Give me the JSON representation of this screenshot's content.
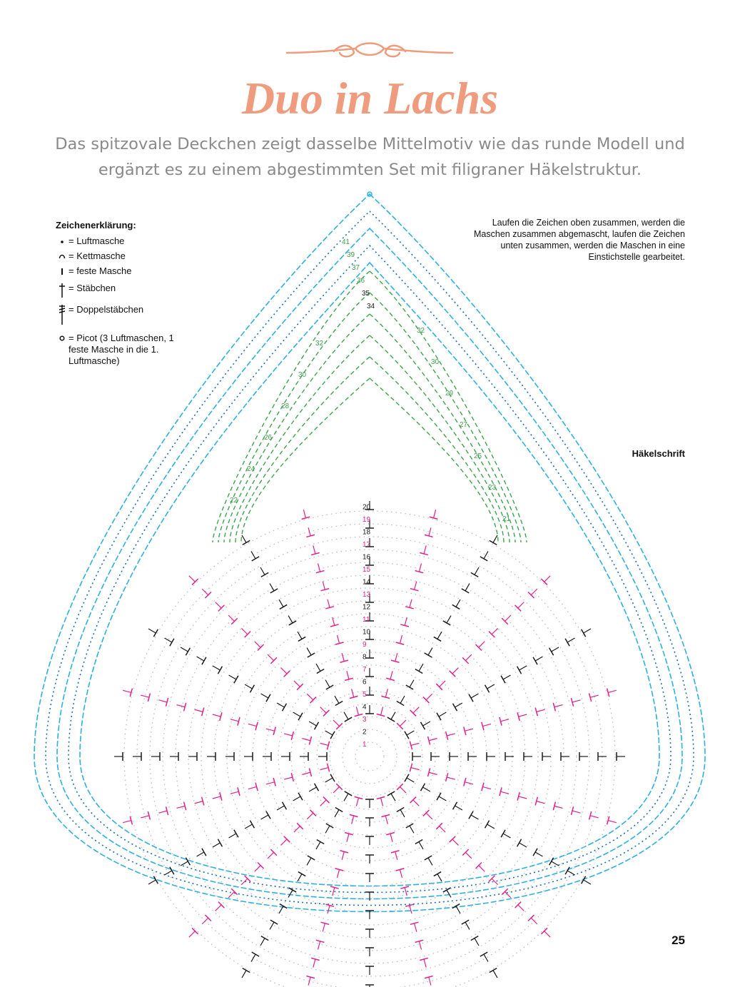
{
  "page": {
    "title": "Duo in Lachs",
    "subtitle": "Das spitzovale Deckchen zeigt dasselbe Mittelmotiv wie das runde Modell und ergänzt es zu einem abgestimmten Set mit filigraner Häkelstruktur.",
    "page_number": "25"
  },
  "legend": {
    "title": "Zeichenerklärung:",
    "items": [
      {
        "icon": "dot-icon",
        "label": "= Luftmasche"
      },
      {
        "icon": "arc-icon",
        "label": "= Kettmasche"
      },
      {
        "icon": "bar-icon",
        "label": "= feste Masche"
      },
      {
        "icon": "treble-icon",
        "label": "= Stäbchen"
      },
      {
        "icon": "double-treble-icon",
        "label": "= Doppelstäbchen"
      },
      {
        "icon": "picot-icon",
        "label": "= Picot (3 Luftmaschen, 1 feste Masche in die 1. Luftmasche)"
      }
    ]
  },
  "note": "Laufen die Zeichen oben zusammen, werden die Maschen zusammen abgemascht, laufen die Zeichen unten zusammen, werden die Maschen in eine Einstichstelle gearbeitet.",
  "chart_label": "Häkelschrift",
  "colors": {
    "title": "#ee9c7d",
    "subtitle": "#8a8a8a",
    "rounds_inner": "#e0218a",
    "rounds_dark": "#1a1a1a",
    "rounds_green": "#3fa34d",
    "rounds_blue": "#2fb0e0",
    "rounds_navy": "#1f6fb0"
  },
  "round_numbers": {
    "center_column": [
      "1",
      "2",
      "3",
      "4",
      "5",
      "6",
      "7",
      "8",
      "9",
      "10",
      "11",
      "12",
      "13",
      "14",
      "15",
      "16",
      "17",
      "18",
      "19",
      "20"
    ],
    "left_column": [
      "22",
      "24",
      "26",
      "28",
      "30",
      "32"
    ],
    "right_column": [
      "21",
      "23",
      "25",
      "27",
      "29",
      "30",
      "32"
    ],
    "top_column": [
      "34",
      "35",
      "36",
      "37",
      "39",
      "41"
    ]
  }
}
